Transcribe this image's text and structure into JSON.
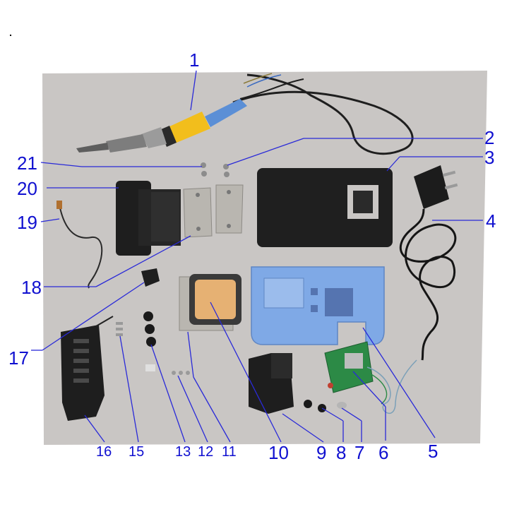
{
  "colors": {
    "photo_background": "#c9c6c4",
    "label": "#1010d0",
    "leader_line": "#2a2ad8",
    "dark_plastic": "#1e1e1e",
    "blue_plastic": "#7fa9e6",
    "handle_yellow": "#f2be1c",
    "handle_blue": "#5b8fd6",
    "metal": "#b9b6b0",
    "sponge": "#e6b173",
    "pcb_green": "#2c8a46"
  },
  "labels": [
    "1",
    "2",
    "3",
    "4",
    "5",
    "6",
    "7",
    "8",
    "9",
    "10",
    "11",
    "12",
    "13",
    "15",
    "16",
    "17",
    "18",
    "19",
    "20",
    "21"
  ],
  "parts": {
    "iron": "soldering-iron",
    "cord": "iron-cable",
    "plug": "power-plug",
    "power_cord": "power-cord",
    "stand_black": "black-base-plate",
    "stand_blue": "blue-stand-housing",
    "holder": "iron-holder",
    "plates": "metal-plates",
    "sponge_tray": "sponge-tray",
    "pcb": "control-pcb",
    "cover": "black-cover",
    "knobs": "rubber-feet",
    "screws": "screws",
    "grip_bracket": "finned-holder-bracket",
    "wire": "sensor-wire",
    "clip": "small-clip"
  }
}
